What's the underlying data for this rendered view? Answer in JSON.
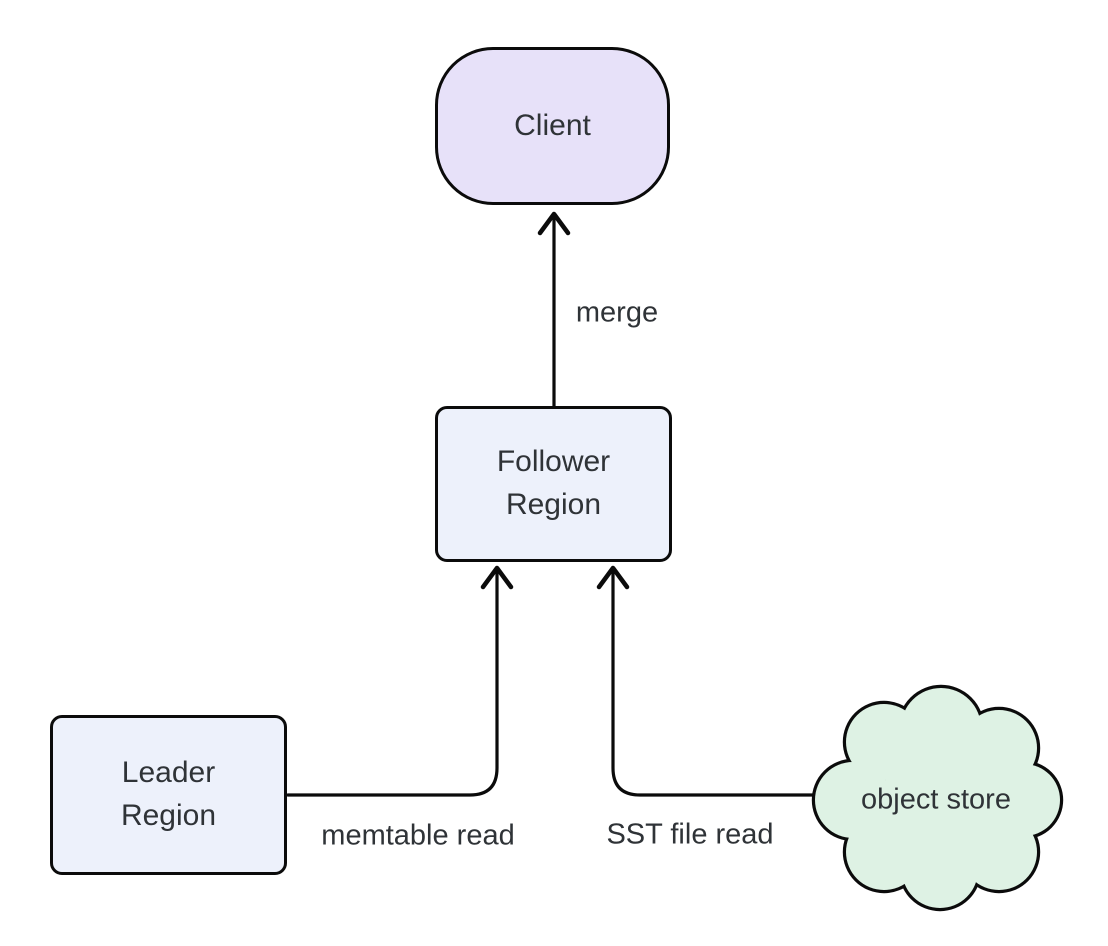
{
  "diagram": {
    "type": "flowchart",
    "background_color": "#ffffff",
    "text_color": "#2f3337",
    "line_color": "#0b0b0b",
    "nodes": {
      "client": {
        "label": "Client",
        "shape": "stadium",
        "fill": "#e7e1f9",
        "border": "#0b0b0b"
      },
      "follower": {
        "label": "Follower\nRegion",
        "shape": "rounded-rect",
        "fill": "#edf1fb",
        "border": "#0b0b0b"
      },
      "leader": {
        "label": "Leader\nRegion",
        "shape": "rounded-rect",
        "fill": "#edf1fb",
        "border": "#0b0b0b"
      },
      "object_store": {
        "label": "object store",
        "shape": "cloud",
        "fill": "#def2e4",
        "border": "#0b0b0b"
      }
    },
    "edges": [
      {
        "from": "follower",
        "to": "client",
        "label": "merge"
      },
      {
        "from": "leader",
        "to": "follower",
        "label": "memtable read"
      },
      {
        "from": "object_store",
        "to": "follower",
        "label": "SST file read"
      }
    ]
  }
}
